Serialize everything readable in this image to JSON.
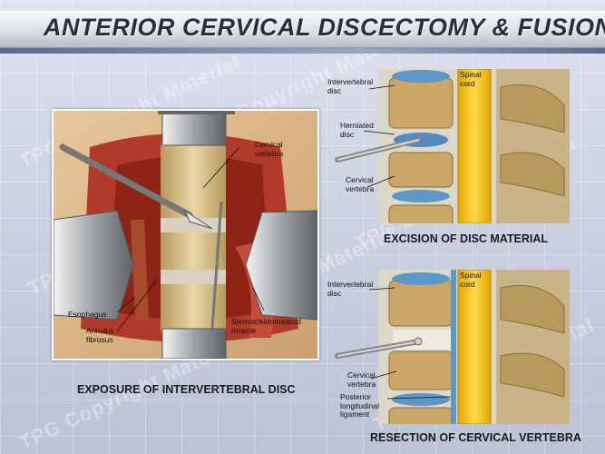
{
  "title": "ANTERIOR CERVICAL DISCECTOMY & FUSION",
  "watermark": "TPG Copyright Material",
  "panels": {
    "exposure": {
      "caption": "EXPOSURE OF INTERVERTEBRAL DISC",
      "labels": {
        "cervical_vertebra": "Cervical\nvertebra",
        "esophagus": "Esophagus",
        "annulus": "Annulus\nfibrosus",
        "scm": "Sternocleidomastoid\nmuscle"
      }
    },
    "excision": {
      "caption": "EXCISION OF DISC MATERIAL",
      "labels": {
        "intervertebral_disc": "Intervertebral\ndisc",
        "herniated_disc": "Herniated\ndisc",
        "cervical_vertebra": "Cervical\nvertebra",
        "spinal_cord": "Spinal\ncord"
      }
    },
    "resection": {
      "caption": "RESECTION OF CERVICAL VERTEBRA",
      "labels": {
        "intervertebral_disc": "Intervertebral\ndisc",
        "cervical_vertebra": "Cervical\nvertebra",
        "posterior_ligament": "Posterior\nlongitudinal\nligament",
        "spinal_cord": "Spinal\ncord"
      }
    }
  },
  "colors": {
    "bone": "#c9a769",
    "disc": "#5b97c9",
    "cord": "#f2c31b",
    "tissue": "#c0392b"
  }
}
